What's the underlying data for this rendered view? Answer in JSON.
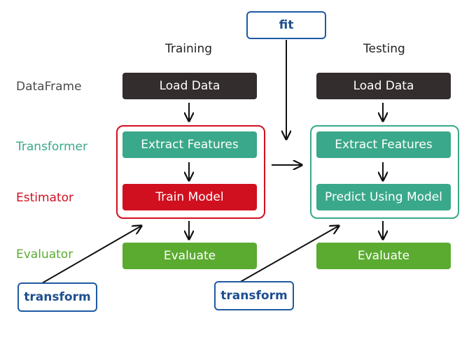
{
  "headers": {
    "training": "Training",
    "testing": "Testing"
  },
  "row_labels": {
    "dataframe": "DataFrame",
    "transformer": "Transformer",
    "estimator": "Estimator",
    "evaluator": "Evaluator"
  },
  "training": {
    "load": "Load Data",
    "extract": "Extract Features",
    "train": "Train Model",
    "evaluate": "Evaluate"
  },
  "testing": {
    "load": "Load Data",
    "extract": "Extract Features",
    "predict": "Predict Using Model",
    "evaluate": "Evaluate"
  },
  "callouts": {
    "fit": "fit",
    "transform_left": "transform",
    "transform_right": "transform"
  },
  "colors": {
    "dataframe": "#332d2e",
    "transformer": "#3aa88a",
    "estimator": "#d1101f",
    "evaluator": "#5bab31",
    "callout": "#1e5aa3"
  }
}
